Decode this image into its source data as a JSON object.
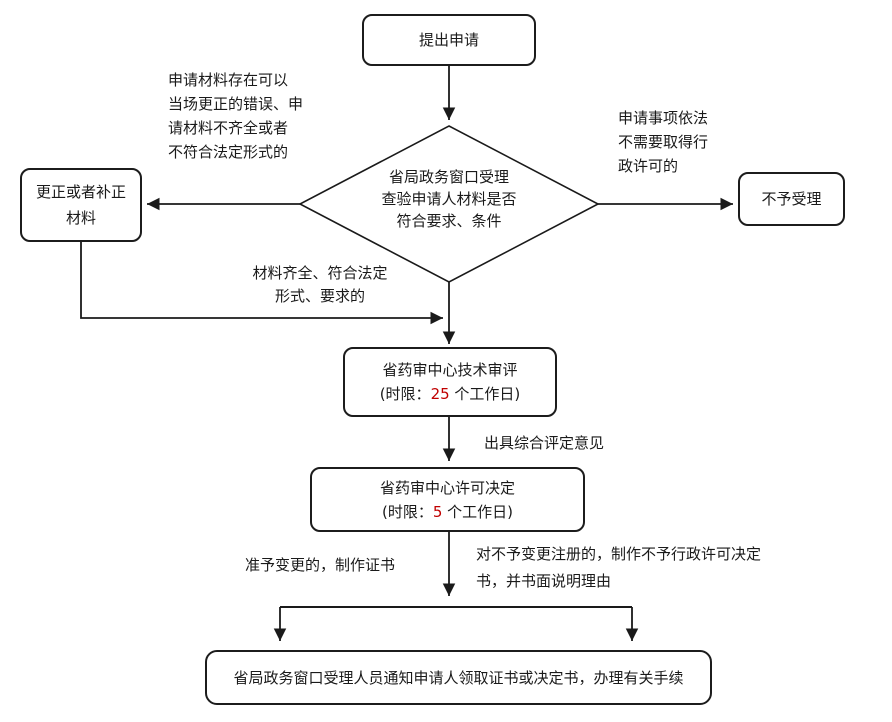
{
  "palette": {
    "line": "#1a1a1a",
    "text": "#1a1a1a",
    "highlight_number": "#c00000",
    "background": "#ffffff"
  },
  "flow": {
    "start": {
      "label": "提出申请"
    },
    "decision": {
      "label": "省局政务窗口受理\n查验申请人材料是否\n符合要求、条件"
    },
    "correct_box": {
      "label": "更正或者补正\n材料"
    },
    "reject_box": {
      "label": "不予受理"
    },
    "tech_review": {
      "title": "省药审中心技术审评",
      "time_prefix": "(时限：",
      "time_value": "25",
      "time_suffix": " 个工作日)"
    },
    "license": {
      "title": "省药审中心许可决定",
      "time_prefix": "(时限：",
      "time_value": "5",
      "time_suffix": " 个工作日)"
    },
    "notify": {
      "label": "省局政务窗口受理人员通知申请人领取证书或决定书，办理有关手续"
    }
  },
  "labels": {
    "correctable": "申请材料存在可以\n当场更正的错误、申\n请材料不齐全或者\n不符合法定形式的",
    "no_permit_needed": "申请事项依法\n不需要取得行\n政许可的",
    "complete": "材料齐全、符合法定\n形式、要求的",
    "review_opinion": "出具综合评定意见",
    "approved": "准予变更的，制作证书",
    "denied": "对不予变更注册的，制作不予行政许可决定\n书，并书面说明理由"
  }
}
